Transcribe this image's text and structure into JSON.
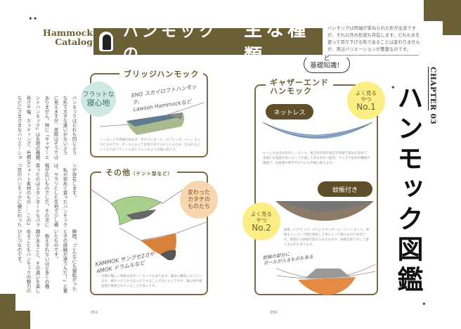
{
  "header": {
    "catalog_label": [
      "Hammock",
      "Catalog"
    ],
    "title_part1": "ハンモックの",
    "title_part2": "主な種類",
    "speech_bubble": [
      "と",
      "基礎知識！"
    ],
    "intro": "ハンモックは両端が束ねられた形が主流ですが、それ以外の形状も存在します。どれも木を使って吊り下げる布であることは変わりませんが、実はバリエーションが豊富なのです。"
  },
  "chapter": {
    "label": "CHAPTER",
    "number": "03",
    "title": "ハンモック図鑑"
  },
  "body_text": {
    "block1": [
      "ハンモックはどれも同じよう",
      "な形で大きな違いがないよう",
      "に見えますが、実際はそうでは",
      "ありません。特に「ギャザーエ",
      "ンドハンモック」は生地の種類、",
      "長さや幅、カッティング、色柄な",
      "などにさまざまなバリエーショ"
    ],
    "block2": [
      "ンが存在します。",
      "　私が初めて買ったハンモック",
      "は、サラリとした生地で少し横",
      "幅が広いものでした。その次に",
      "買ったのはスタンダードなパラ",
      "シュート素材のもの……この2",
      "つ目のハンモックに横たわった"
    ],
    "block3": [
      "瞬間、「こんなにも寝転がった",
      "ときの感触が違うんだ！」と驚",
      "いたものです。",
      "　数えきれないほど多くの種",
      "類があること、その違いを楽し",
      "めることもハンモックの魅力の",
      "ひとつなのです。"
    ]
  },
  "cards": {
    "bridge": {
      "title": "ブリッジハンモック",
      "badge": [
        "フラットな",
        "寝心地"
      ],
      "examples": [
        "ENO スカイロフトハンモック、",
        "Lawson Hammockなど"
      ],
      "caption": "ハンモックの両端を束ねず、代わりにポール（スプレッダーバー）を入れたものです。ポールによって生地が広げられているため、包まれるというよりはフラットに近いコットのような寝心地です。"
    },
    "other": {
      "title": "その他",
      "subtitle": "（テント型など）",
      "badge": [
        "変わった",
        "カタチの",
        "ものたち"
      ],
      "examples": [
        "KAMMOK サングセ2.0や",
        "AMOK ドラムルなど"
      ],
      "caption": "分類が難しい特殊な形のハンモックもあります。面白い構造になっているか、重かったりかさばったりすることがほとんどですが、寝心地や居住性が重視されていることが多いです。"
    },
    "gather": {
      "title": [
        "ギャザーエンド",
        "ハンモック"
      ],
      "badge1": [
        "よく見る",
        "やつ",
        "No.1"
      ],
      "tag1": "ネットレス",
      "caption1": "もっとも主流な形のハンモック。長方形の布の短辺を両端で束ねた形状で、末端には強度の高いロープが通してあるのが一般的。サイズや生地の種類が豊富で、お昼寝や椅子代わりにも手軽に使えます。",
      "tag2": "蚊帳付き",
      "badge2": [
        "よく見る",
        "やつ",
        "No.2"
      ],
      "caption2": "蚊帳（バグネット）がついたギャザーエンドハンモック。蚊帳をジッパーで開け閉めして中に入って寝るものが主流です。両側から蚊帳を開けられるものや、蚊帳を取り外して使えるものもあります。",
      "note": [
        "蚊帳の部分に",
        "ポールが入るものもある"
      ]
    }
  },
  "page_numbers": {
    "left": "051",
    "right": "050"
  },
  "colors": {
    "olive": "#6b5f35",
    "teal_badge": "#cfe8e4",
    "orange_badge": "#f8d7b0",
    "yellow_badge": "#fbee85",
    "hammock_blue": "#8fb0d6",
    "hammock_green": "#a9c48a",
    "hammock_orange": "#e38a45",
    "hammock_brown": "#8b7b68"
  }
}
